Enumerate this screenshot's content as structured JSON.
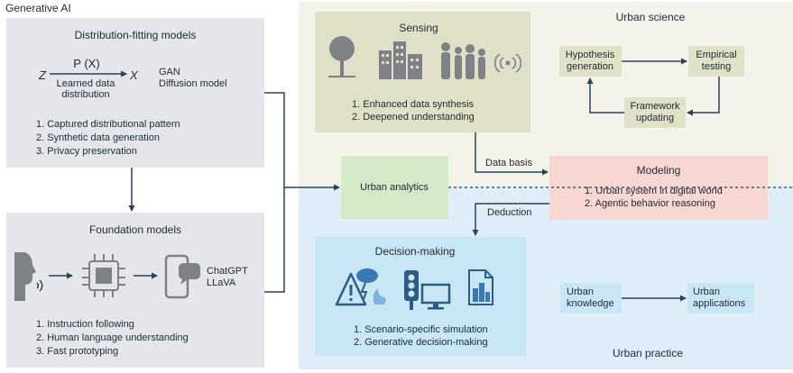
{
  "header": {
    "title": "Generative AI"
  },
  "distribution": {
    "title": "Distribution-fitting models",
    "formula_z": "Z",
    "formula_px": "P (X)",
    "formula_x": "X",
    "learned": "Learned data",
    "learned2": "distribution",
    "gan": "GAN",
    "diffusion": "Diffusion model",
    "items": [
      "1. Captured distributional pattern",
      "2. Synthetic data generation",
      "3. Privacy preservation"
    ]
  },
  "foundation": {
    "title": "Foundation models",
    "chatgpt": "ChatGPT",
    "llava": "LLaVA",
    "items": [
      "1. Instruction following",
      "2. Human language understanding",
      "3. Fast prototyping"
    ]
  },
  "sensing": {
    "title": "Sensing",
    "items": [
      "1. Enhanced data synthesis",
      "2. Deepened understanding"
    ]
  },
  "urban_science": {
    "title": "Urban science",
    "hypothesis": [
      "Hypothesis",
      "generation"
    ],
    "empirical": [
      "Empirical",
      "testing"
    ],
    "framework": [
      "Framework",
      "updating"
    ]
  },
  "analytics": {
    "label": "Urban analytics"
  },
  "data_basis": "Data basis",
  "deduction": "Deduction",
  "modeling": {
    "title": "Modeling",
    "items": [
      "1. Urban system in digital world",
      "2. Agentic behavior reasoning"
    ]
  },
  "decision": {
    "title": "Decision-making",
    "items": [
      "1. Scenario-specific simulation",
      "2. Generative decision-making"
    ]
  },
  "practice": {
    "knowledge": [
      "Urban",
      "knowledge"
    ],
    "applications": [
      "Urban",
      "applications"
    ],
    "title": "Urban practice"
  },
  "colors": {
    "grey_panel": "#e4e6ec",
    "top_bg": "#f3f3ea",
    "bottom_bg": "#deedf8",
    "olive": "#dfe0c7",
    "olive_box": "#e0e1c6",
    "green": "#d3e9c7",
    "pink": "#f8d6d2",
    "blue_box": "#c9e6f4",
    "arrow": "#2b4156",
    "icon": "#7e8286"
  }
}
